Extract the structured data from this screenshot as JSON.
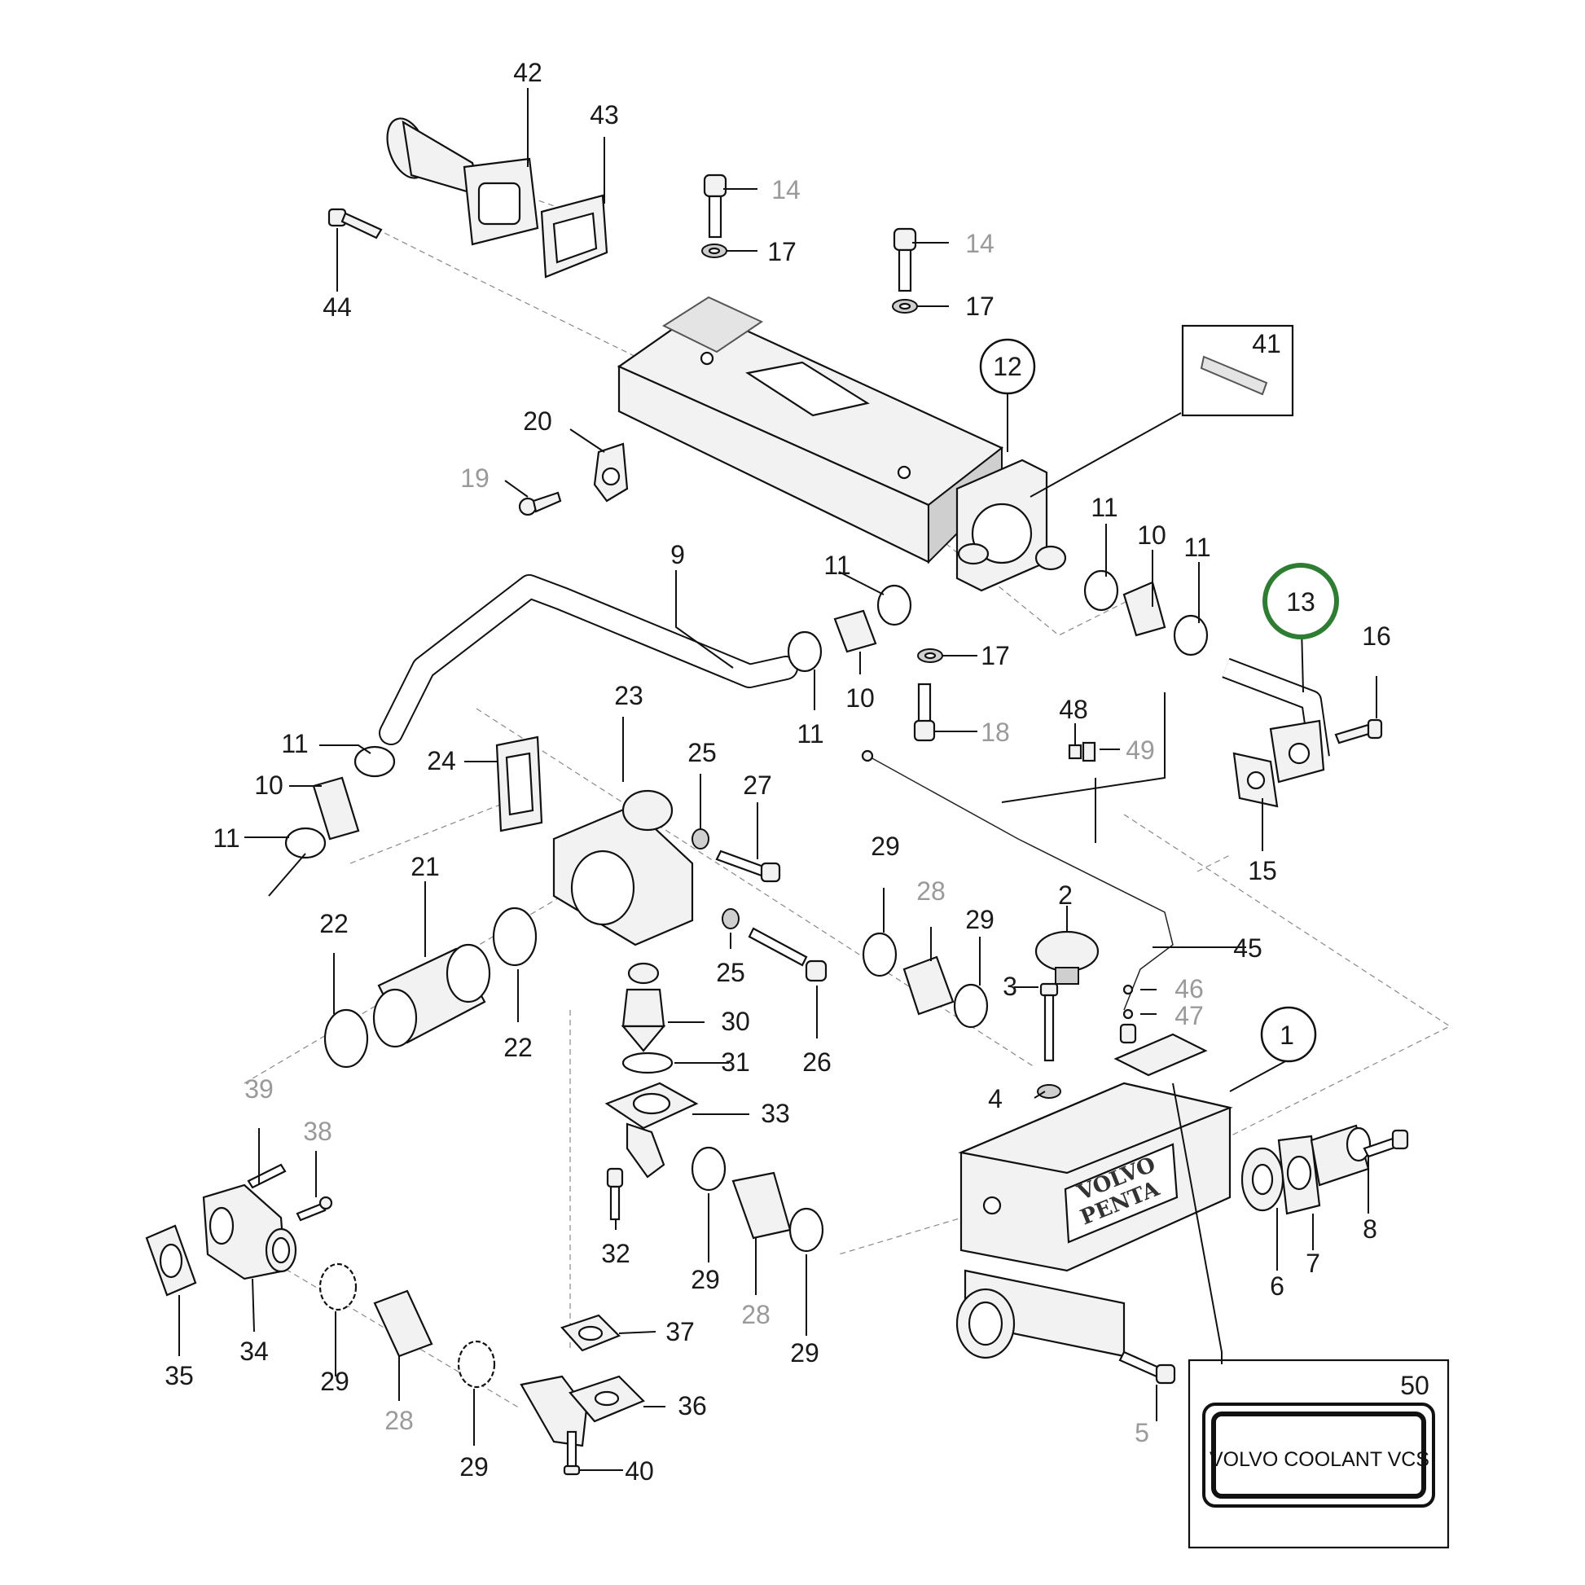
{
  "parts": {
    "p1": "1",
    "p2": "2",
    "p3": "3",
    "p4": "4",
    "p5": "5",
    "p6": "6",
    "p7": "7",
    "p8": "8",
    "p9": "9",
    "p10": "10",
    "p11": "11",
    "p12": "12",
    "p13": "13",
    "p14": "14",
    "p15": "15",
    "p16": "16",
    "p17": "17",
    "p18": "18",
    "p19": "19",
    "p20": "20",
    "p21": "21",
    "p22": "22",
    "p23": "23",
    "p24": "24",
    "p25": "25",
    "p26": "26",
    "p27": "27",
    "p28": "28",
    "p29": "29",
    "p30": "30",
    "p31": "31",
    "p32": "32",
    "p33": "33",
    "p34": "34",
    "p35": "35",
    "p36": "36",
    "p37": "37",
    "p38": "38",
    "p39": "39",
    "p40": "40",
    "p41": "41",
    "p42": "42",
    "p43": "43",
    "p44": "44",
    "p45": "45",
    "p46": "46",
    "p47": "47",
    "p48": "48",
    "p49": "49",
    "p50": "50"
  },
  "coolant_plate": {
    "text": "VOLVO COOLANT VCS"
  },
  "branding": {
    "logo_line1": "VOLVO",
    "logo_line2": "PENTA"
  },
  "highlight": {
    "part": "13",
    "color": "#2e7d32"
  }
}
